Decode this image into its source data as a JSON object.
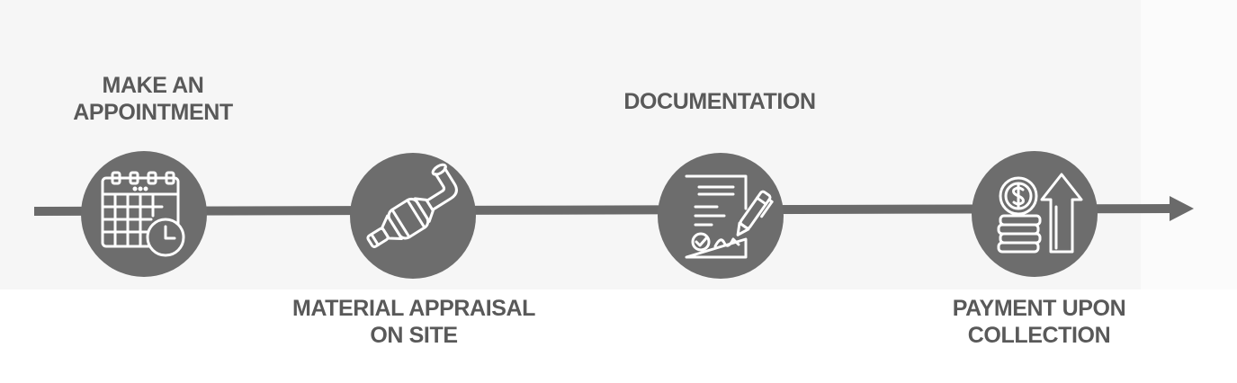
{
  "colors": {
    "circle": "#6d6d6d",
    "line": "#6a6a6a",
    "text": "#595959",
    "icon": "#ffffff",
    "background": "#f6f6f6"
  },
  "steps": [
    {
      "lines": [
        "MAKE AN",
        "APPOINTMENT"
      ],
      "icon": "calendar-clock-icon"
    },
    {
      "lines": [
        "MATERIAL APPRAISAL",
        "ON SITE"
      ],
      "icon": "catalytic-converter-icon"
    },
    {
      "lines": [
        "DOCUMENTATION"
      ],
      "icon": "signed-document-icon"
    },
    {
      "lines": [
        "PAYMENT UPON",
        "COLLECTION"
      ],
      "icon": "coins-growth-icon"
    }
  ]
}
